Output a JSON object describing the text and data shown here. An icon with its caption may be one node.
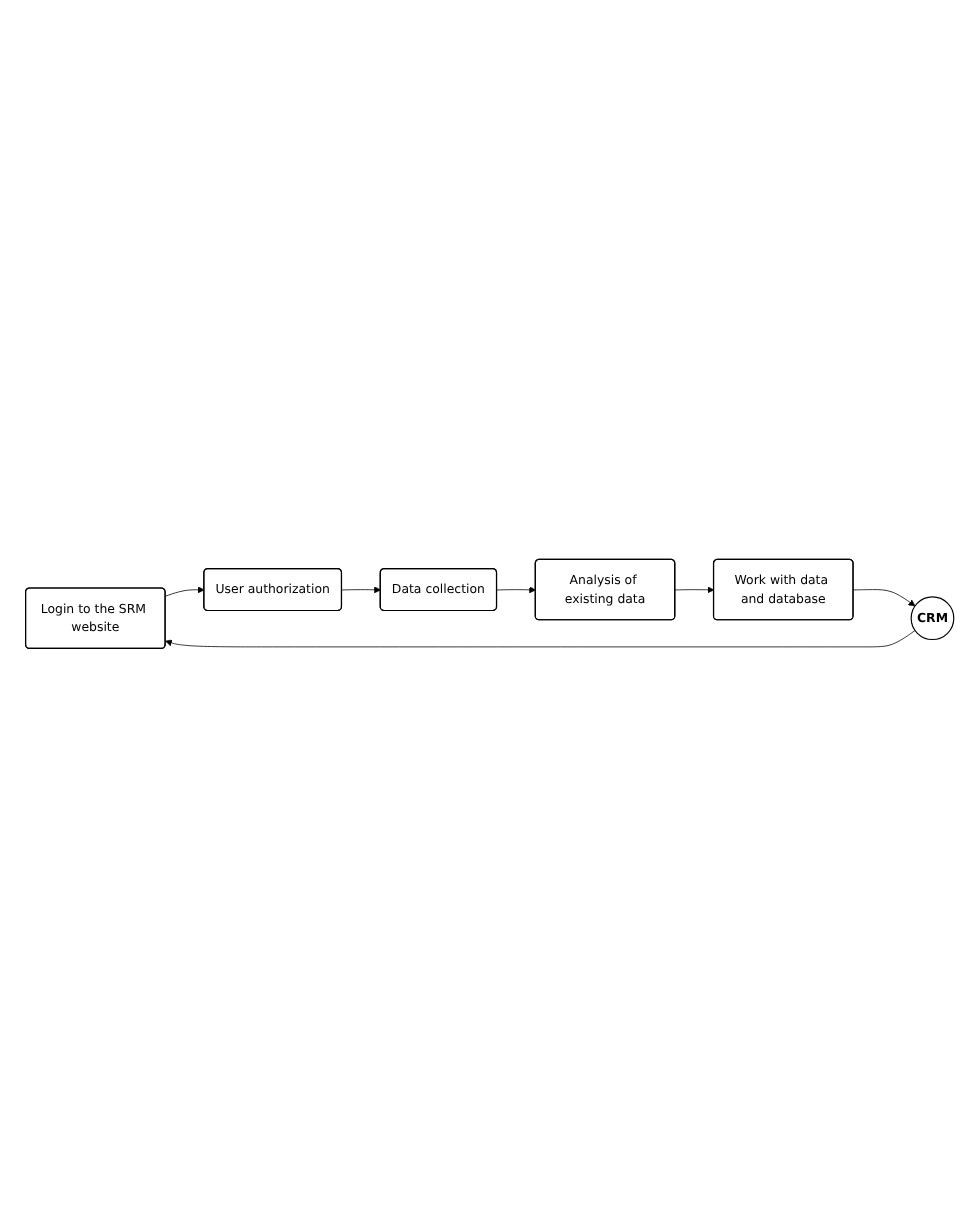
{
  "diagram": {
    "nodes": [
      {
        "text": [
          "CRM"
        ]
      },
      {
        "text": [
          "Login to the SRM website"
        ]
      },
      {
        "text": [
          "User authorization"
        ]
      },
      {
        "text": [
          "Data collection"
        ]
      },
      {
        "text": [
          "Analysis of existing data"
        ]
      },
      {
        "text": [
          "Work with data and database"
        ]
      }
    ],
    "edges": [
      {
        "from": 0,
        "to": 1,
        "arrow": "to"
      },
      {
        "from": 1,
        "to": 2,
        "arrow": "to"
      },
      {
        "from": 2,
        "to": 3,
        "arrow": "to"
      },
      {
        "from": 3,
        "to": 4,
        "arrow": "to"
      },
      {
        "from": 4,
        "to": 5,
        "arrow": "to"
      },
      {
        "from": 5,
        "to": 0,
        "arrow": "to"
      }
    ]
  }
}
